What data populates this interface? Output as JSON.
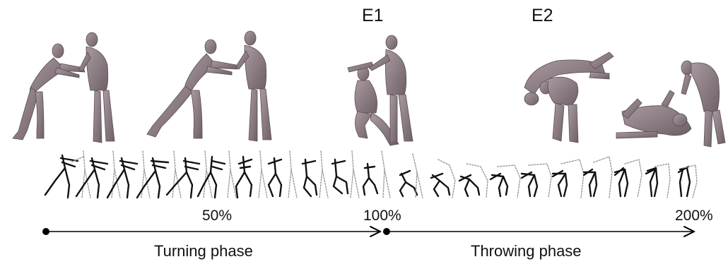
{
  "events": [
    "E1",
    "E2"
  ],
  "percent_labels": [
    "50%",
    "100%",
    "200%"
  ],
  "phases": [
    "Turning phase",
    "Throwing phase"
  ],
  "colors": {
    "figure_fill": "#8f7f86",
    "figure_shade": "#6b5d63",
    "skeleton_solid": "#111111",
    "skeleton_dotted": "#9a9a9a",
    "axis": "#000000"
  }
}
